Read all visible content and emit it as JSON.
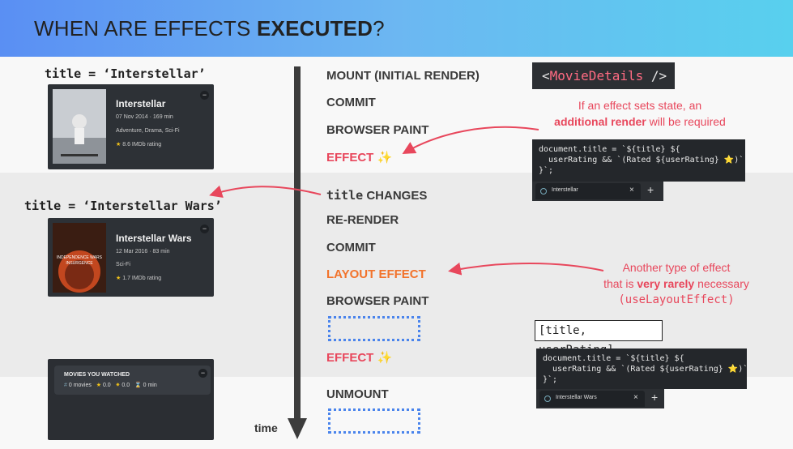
{
  "header": {
    "title_regular": "WHEN ARE EFFECTS ",
    "title_bold": "EXECUTED",
    "title_end": "?"
  },
  "left": {
    "title_initial": "title = ‘Interstellar’",
    "card1": {
      "title": "Interstellar",
      "date": "07 Nov 2014 · 169 min",
      "genres": "Adventure, Drama, Sci-Fi",
      "rating": "8.6 IMDb rating"
    },
    "title_changed": "title = ‘Interstellar Wars’",
    "card2": {
      "title": "Interstellar Wars",
      "date": "12 Mar 2016 · 83 min",
      "genres": "Sci-Fi",
      "rating": "1.7 IMDb rating",
      "poster_text": "INDEPENDENCE WARS INSURGENCE"
    },
    "card3": {
      "heading": "MOVIES YOU WATCHED",
      "movies": "0 movies",
      "rating1": "0.0",
      "rating2": "0.0",
      "runtime": "0 min"
    },
    "minus": "−"
  },
  "timeline": {
    "time_label": "time",
    "steps": [
      "MOUNT (INITIAL RENDER)",
      "COMMIT",
      "BROWSER PAINT",
      "EFFECT ✨",
      "CHANGES",
      "RE-RENDER",
      "COMMIT",
      "LAYOUT EFFECT",
      "BROWSER PAINT",
      "EFFECT ✨",
      "UNMOUNT"
    ],
    "change_code": "title"
  },
  "right": {
    "jsx_open": "<",
    "jsx_name": "MovieDetails",
    "jsx_close": " />",
    "note1_line1": "If an effect sets state, an",
    "note1_bold": "additional render",
    "note1_rest": " will be required",
    "code1_line1": "document.title = `${title} ${",
    "code1_line2": "  userRating && `(Rated ${userRating} ⭐)`",
    "code1_line3": "}`;",
    "tab1": "Interstellar",
    "note2_line1": "Another type of effect",
    "note2_pre": "that is ",
    "note2_bold": "very rarely",
    "note2_post": " necessary",
    "note2_line3": "(useLayoutEffect)",
    "deps": "[title, userRating]",
    "code2_line1": "document.title = `${title} ${",
    "code2_line2": "  userRating && `(Rated ${userRating} ⭐)`",
    "code2_line3": "}`;",
    "tab2": "Interstellar Wars",
    "tab_x": "×",
    "tab_plus": "+"
  },
  "colors": {
    "accent_red": "#e8475c",
    "accent_orange": "#f2732b",
    "accent_blue": "#4a84ec"
  }
}
